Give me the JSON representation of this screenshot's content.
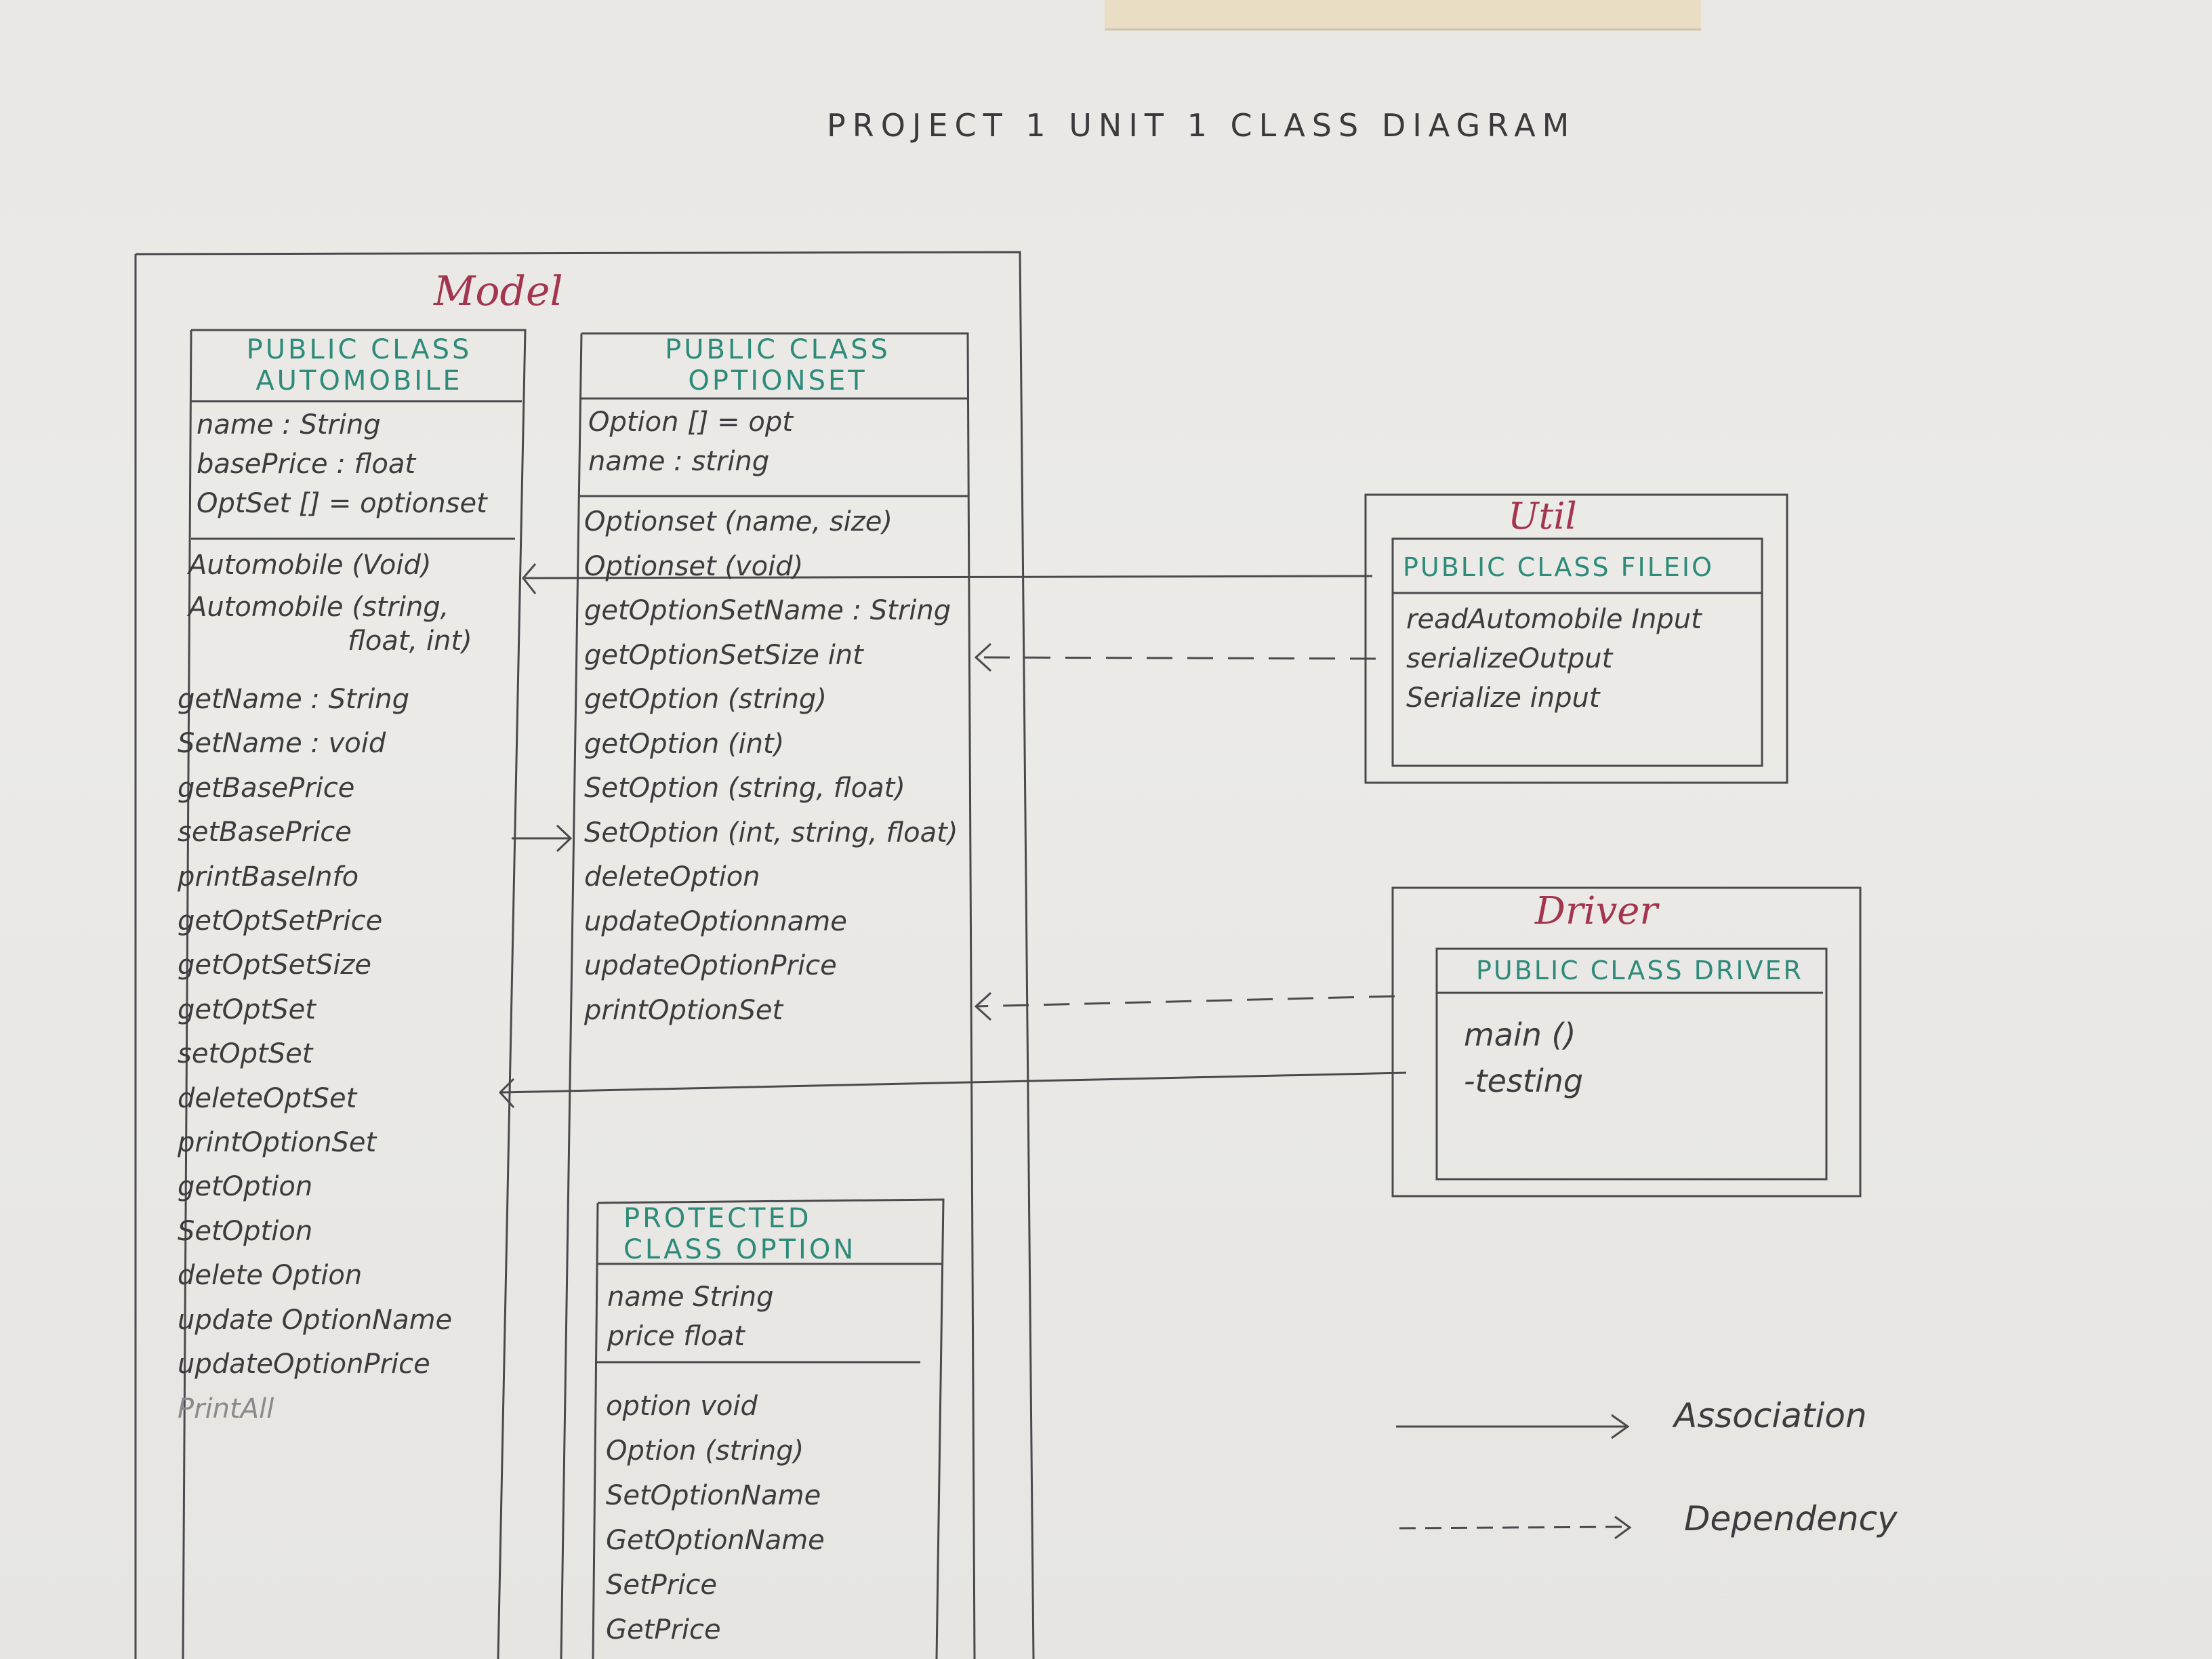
{
  "title": "PROJECT  1   UNIT  1    CLASS DIAGRAM",
  "model": {
    "label": "Model",
    "automobile": {
      "header": [
        "PUBLIC  CLASS",
        "AUTOMOBILE"
      ],
      "attributes": [
        "name : String",
        "basePrice : float",
        "OptSet [] = optionset"
      ],
      "constructors": [
        "Automobile (Void)",
        "Automobile (string,",
        "float, int)"
      ],
      "methods": [
        "getName : String",
        "SetName : void",
        "getBasePrice",
        "setBasePrice",
        "printBaseInfo",
        "getOptSetPrice",
        "getOptSetSize",
        "getOptSet",
        "setOptSet",
        "deleteOptSet",
        "printOptionSet",
        "getOption",
        "SetOption",
        "delete Option",
        "update OptionName",
        "updateOptionPrice",
        "PrintAll"
      ]
    },
    "optionset": {
      "header": [
        "PUBLIC CLASS",
        "OPTIONSET"
      ],
      "attributes": [
        "Option [] = opt",
        "name : string"
      ],
      "methods": [
        "Optionset (name, size)",
        "Optionset (void)",
        "getOptionSetName : String",
        "getOptionSetSize int",
        "getOption (string)",
        "getOption (int)",
        "SetOption (string, float)",
        "SetOption (int, string, float)",
        "deleteOption",
        "updateOptionname",
        "updateOptionPrice",
        "printOptionSet"
      ]
    },
    "option": {
      "header": [
        "PROTECTED",
        "CLASS OPTION"
      ],
      "attributes": [
        "name String",
        "price float"
      ],
      "methods": [
        "option void",
        "Option (string)",
        "SetOptionName",
        "GetOptionName",
        "SetPrice",
        "GetPrice"
      ]
    }
  },
  "util": {
    "label": "Util",
    "header": "PUBLIC CLASS FILEIO",
    "methods": [
      "readAutomobile Input",
      "serializeOutput",
      "Serialize input"
    ]
  },
  "driver": {
    "label": "Driver",
    "header": "PUBLIC CLASS DRIVER",
    "methods": [
      "main ()",
      "-testing"
    ]
  },
  "legend": {
    "association": "Association",
    "dependency": "Dependency"
  },
  "colors": {
    "ink": "#3f3f42",
    "class_header": "#2e8b7a",
    "package_label": "#a3354f",
    "paper": "#e9e8e5"
  }
}
